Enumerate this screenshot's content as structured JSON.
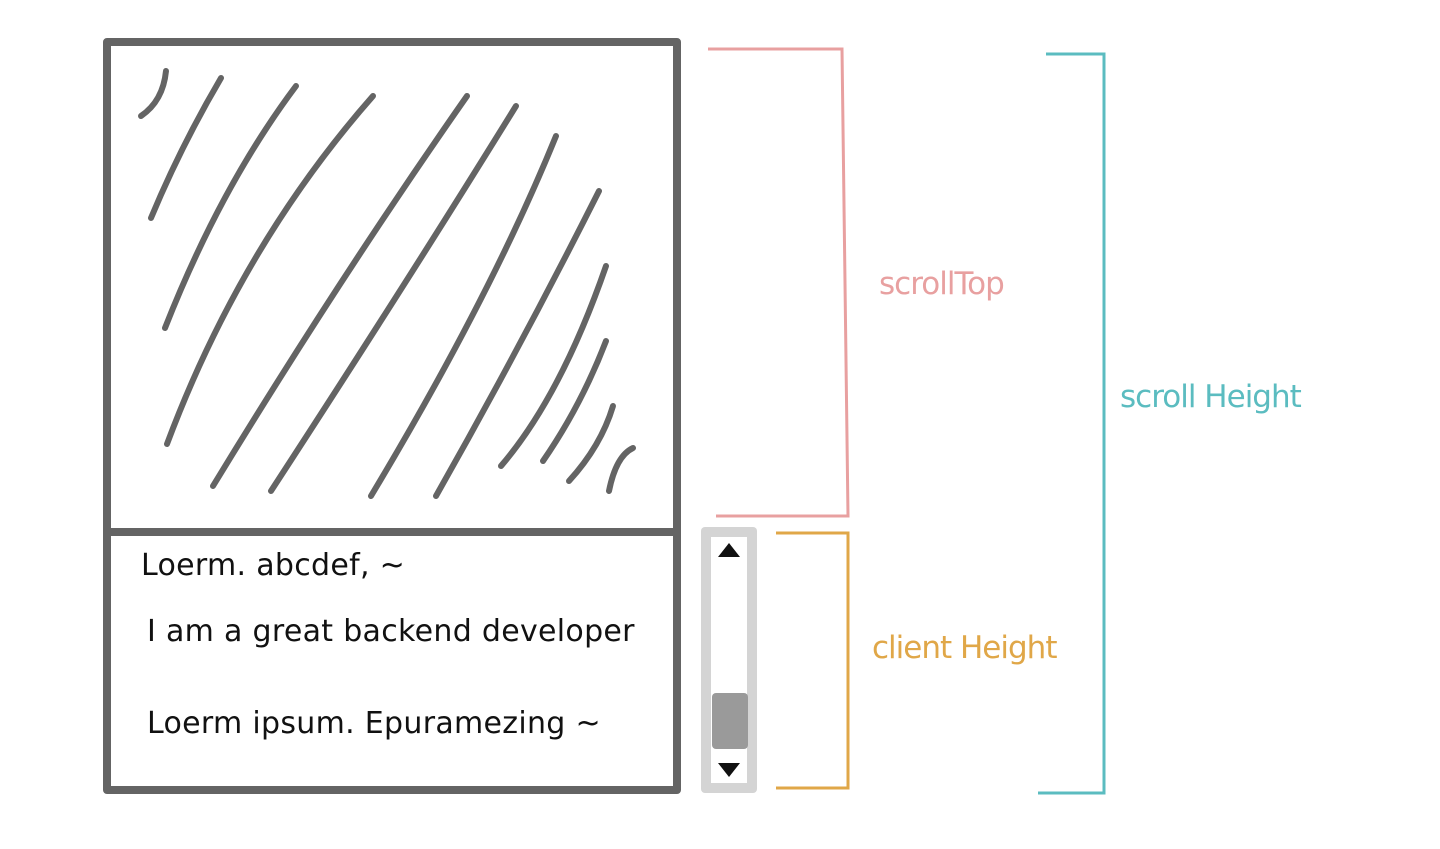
{
  "content": {
    "lines": [
      "Loerm. abcdef, ~",
      "I am a great backend developer",
      "Loerm ipsum. Epuramezing ~"
    ]
  },
  "annotations": {
    "scroll_top": {
      "label": "scrollTop",
      "color": "#e8a0a0"
    },
    "client_height": {
      "label": "client Height",
      "color": "#e0a748"
    },
    "scroll_height": {
      "label": "scroll Height",
      "color": "#5bbcc0"
    }
  },
  "colors": {
    "frame": "#646464",
    "scrollbar": "#d4d4d4",
    "thumb": "#9a9a9a"
  },
  "icons": [
    "hatch-pattern",
    "arrow-up-icon",
    "arrow-down-icon"
  ]
}
